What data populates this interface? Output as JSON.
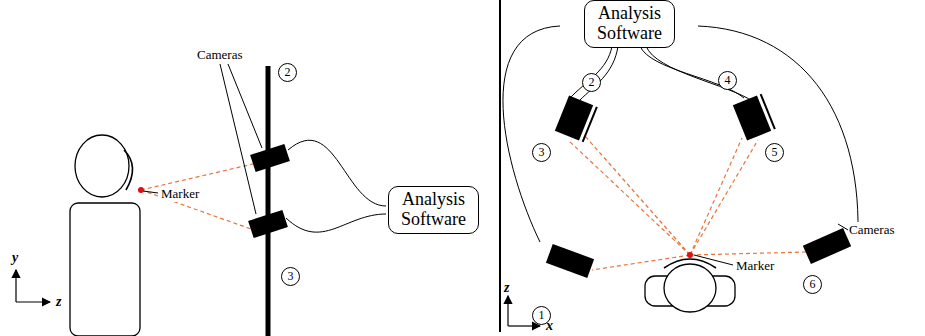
{
  "diagram": {
    "nodes": [
      {
        "text": [
          "2"
        ]
      },
      {
        "text": [
          "3"
        ]
      },
      {
        "text": [
          "Analysis Software"
        ]
      },
      {
        "text": [
          "Analysis Software"
        ]
      },
      {
        "text": [
          "1"
        ]
      },
      {
        "text": [
          "2"
        ]
      },
      {
        "text": [
          "3"
        ]
      },
      {
        "text": [
          "4"
        ]
      },
      {
        "text": [
          "5"
        ]
      },
      {
        "text": [
          "6"
        ]
      }
    ],
    "labels": [
      "Cameras",
      "Marker",
      "y",
      "z",
      "Marker",
      "Cameras",
      "z",
      "x"
    ]
  }
}
